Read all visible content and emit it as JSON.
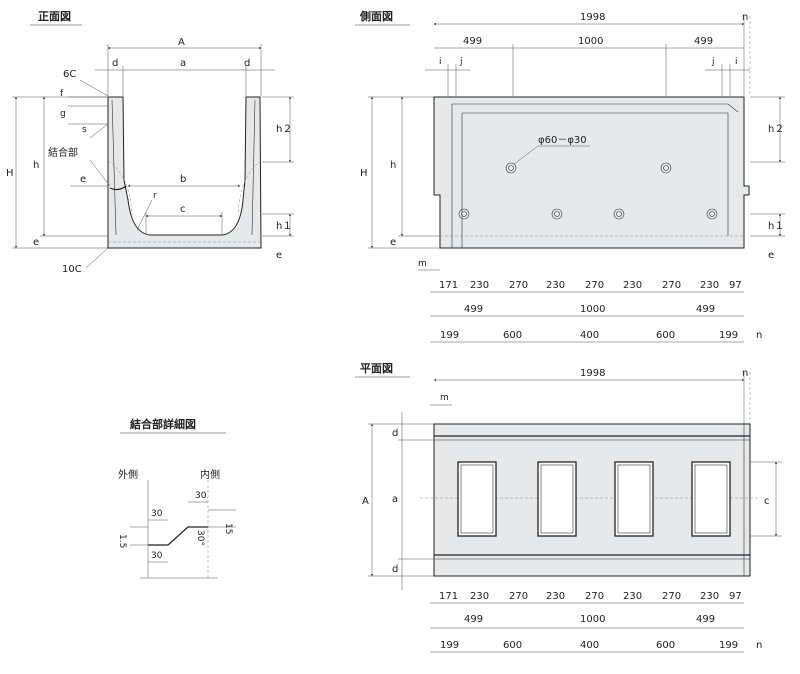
{
  "titles": {
    "front": "正面図",
    "side": "側面図",
    "plan": "平面図",
    "joint": "結合部詳細図"
  },
  "front": {
    "A": "A",
    "a": "a",
    "b": "b",
    "c": "c",
    "d": "d",
    "e": "e",
    "f": "f",
    "g": "g",
    "s": "s",
    "r": "r",
    "H": "H",
    "h": "h",
    "h1": "h１",
    "h2": "h２",
    "chamfer_top": "6C",
    "chamfer_bottom": "10C",
    "joint": "結合部"
  },
  "side": {
    "total": "1998",
    "n": "n",
    "top_parts": [
      "499",
      "1000",
      "499"
    ],
    "i": "i",
    "j": "j",
    "m": "m",
    "hole_spec": "φ60－φ30",
    "H": "H",
    "h": "h",
    "e": "e",
    "h1": "h１",
    "h2": "h２",
    "row1": [
      "171",
      "230",
      "270",
      "230",
      "270",
      "230",
      "270",
      "230",
      "97"
    ],
    "row2": [
      "499",
      "1000",
      "499"
    ],
    "row3": [
      "199",
      "600",
      "400",
      "600",
      "199"
    ]
  },
  "plan": {
    "total": "1998",
    "n": "n",
    "m": "m",
    "A": "A",
    "a": "a",
    "c": "c",
    "d": "d",
    "row1": [
      "171",
      "230",
      "270",
      "230",
      "270",
      "230",
      "270",
      "230",
      "97"
    ],
    "row2": [
      "499",
      "1000",
      "499"
    ],
    "row3": [
      "199",
      "600",
      "400",
      "600",
      "199"
    ]
  },
  "joint": {
    "outer": "外側",
    "inner": "内側",
    "dims": [
      "30",
      "30",
      "30",
      "15",
      "1.5",
      "30°"
    ]
  }
}
